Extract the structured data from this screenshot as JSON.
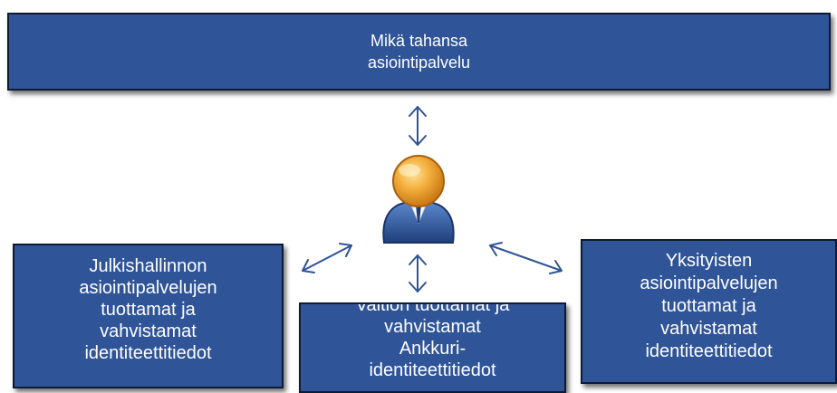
{
  "top_box": {
    "lines": [
      "Mikä tahansa",
      "asiointipalvelu"
    ]
  },
  "left_box": {
    "lines": [
      "Julkishallinnon",
      "asiointipalvelujen",
      "tuottamat ja",
      "vahvistamat",
      "identiteettitiedot"
    ]
  },
  "middle_box": {
    "lines": [
      "Valtion tuottamat ja",
      "vahvistamat",
      "Ankkuri-",
      "identiteettitiedot"
    ]
  },
  "right_box": {
    "lines": [
      "Yksityisten",
      "asiointipalvelujen",
      "tuottamat ja",
      "vahvistamat",
      "identiteettitiedot"
    ]
  },
  "colors": {
    "box_fill": "#2f5497",
    "box_border": "#0f1a33",
    "arrow": "#2f5497",
    "person_head": "#f0a030",
    "person_body": "#3a64a8"
  },
  "icons": {
    "person": "user-icon",
    "arrows": "double-headed-arrow-icon"
  }
}
